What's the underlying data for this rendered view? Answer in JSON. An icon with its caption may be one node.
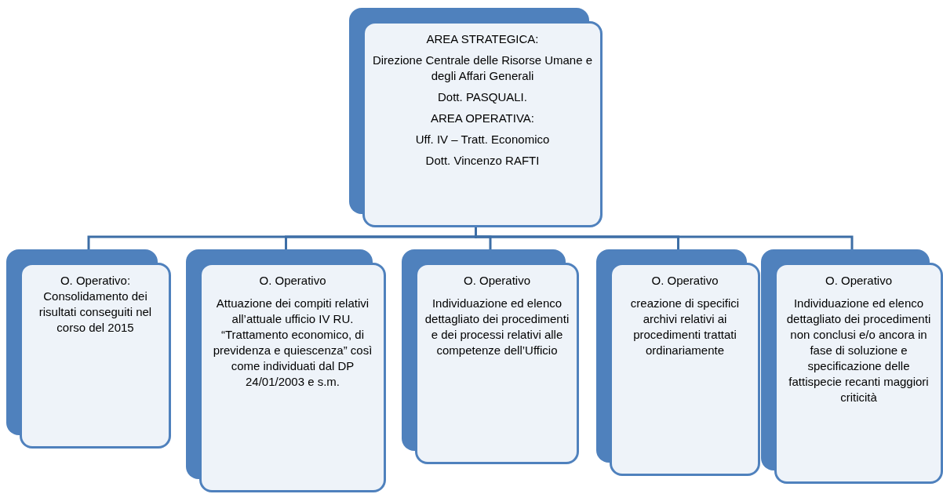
{
  "diagram": {
    "nodes": [
      {
        "text": [
          "AREA STRATEGICA:",
          "Direzione Centrale delle Risorse Umane e degli Affari Generali",
          "Dott. PASQUALI.",
          "AREA OPERATIVA:",
          "Uff. IV – Tratt. Economico",
          "Dott. Vincenzo RAFTI"
        ]
      },
      {
        "text": [
          "O. Operativo:",
          "Consolidamento dei risultati conseguiti nel corso del 2015"
        ]
      },
      {
        "text": [
          "O. Operativo",
          "Attuazione dei compiti relativi all’attuale ufficio IV RU. “Trattamento economico, di previdenza e quiescenza” così come individuati dal DP 24/01/2003 e s.m."
        ]
      },
      {
        "text": [
          "O. Operativo",
          "Individuazione ed elenco dettagliato dei procedimenti e dei processi relativi alle competenze dell’Ufficio"
        ]
      },
      {
        "text": [
          "O. Operativo",
          "creazione di specifici archivi relativi ai procedimenti trattati ordinariamente"
        ]
      },
      {
        "text": [
          "O. Operativo",
          "Individuazione ed elenco dettagliato dei procedimenti non conclusi e/o ancora in fase di soluzione e specificazione delle fattispecie recanti maggiori criticità"
        ]
      }
    ],
    "edges": [
      {
        "from": 0,
        "to": 1,
        "arrow": "none"
      },
      {
        "from": 0,
        "to": 2,
        "arrow": "none"
      },
      {
        "from": 0,
        "to": 3,
        "arrow": "none"
      },
      {
        "from": 0,
        "to": 4,
        "arrow": "none"
      },
      {
        "from": 0,
        "to": 5,
        "arrow": "none"
      }
    ]
  }
}
